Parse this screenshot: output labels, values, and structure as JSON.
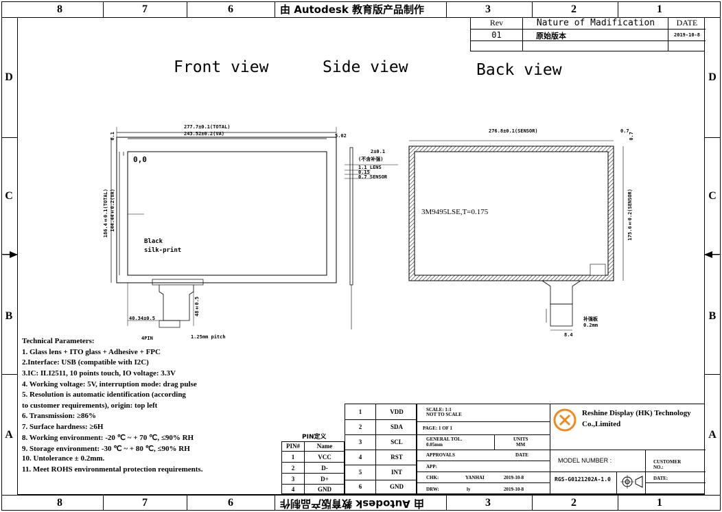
{
  "header_banner": "由 Autodesk 教育版产品制作",
  "footer_banner": "由 Autodesk 教育版产品制作",
  "zones_top": [
    "8",
    "7",
    "6",
    "3",
    "2",
    "1"
  ],
  "zones_side": [
    "D",
    "C",
    "B",
    "A"
  ],
  "revision": {
    "col_rev": "Rev",
    "col_nature": "Nature of Madification",
    "col_date": "DATE",
    "rev": "01",
    "nature": "原始版本",
    "date": "2019-10-8"
  },
  "views": {
    "front": "Front view",
    "side": "Side view",
    "back": "Back view"
  },
  "front": {
    "dim_top1": "277.7±0.1(TOTAL)",
    "dim_top2": "243.52±0.2(VA)",
    "dim_right": "5.02",
    "dim_left_small": "6.1",
    "dim_left1": "186.4±0.1(TOTAL)",
    "dim_left2": "144.44±0.2(VA)",
    "origin": "0,0",
    "black_label_1": "Black",
    "black_label_2": "silk-print",
    "fpc_w": "40.34±0.5",
    "fpc_h": "48±0.5",
    "pin_note": "4PIN",
    "fpc_note": "1.25mm pitch"
  },
  "side": {
    "dim1": "2±0.1",
    "dim1_note": "(不含补强)",
    "dim2": "1.1 LENS",
    "dim3": "0.15",
    "dim4": "0.7 SENSOR"
  },
  "back": {
    "dim_top": "276.8±0.1(SENSOR)",
    "dim_top_r": "0.7",
    "dim_right": "175.6±0.2(SENSOR)",
    "dim_right_small": "0.7",
    "tape_label": "3M9495LSE,T=0.175",
    "stiff_label_1": "补强板",
    "stiff_label_2": "0.2mm",
    "fpc_w": "8.4"
  },
  "tech_params": [
    "Technical Parameters:",
    "1. Glass lens + ITO glass + Adhesive + FPC",
    "2.Interface: USB (compatible with I2C)",
    "3.IC: ILI2511, 10 points touch, IO voltage: 3.3V",
    "4. Working voltage: 5V, interruption mode: drag pulse",
    "5. Resolution is automatic identification (according",
    "to customer requirements), origin: top left",
    "6. Transmission: ≥86%",
    "7. Surface hardness: ≥6H",
    "8. Working environment: -20 ℃ ~ + 70 ℃, ≤90% RH",
    "9. Storage environment: -30 ℃ ~ + 80 ℃, ≤90% RH",
    "10. Untolerance ± 0.2mm.",
    "11. Meet ROHS environmental protection requirements."
  ],
  "pin_title": "PIN定义",
  "pin_small": {
    "headers": [
      "PIN#",
      "Name"
    ],
    "rows": [
      [
        "1",
        "VCC"
      ],
      [
        "2",
        "D-"
      ],
      [
        "3",
        "D+"
      ],
      [
        "4",
        "GND"
      ]
    ]
  },
  "pin_big": {
    "rows": [
      [
        "1",
        "VDD"
      ],
      [
        "2",
        "SDA"
      ],
      [
        "3",
        "SCL"
      ],
      [
        "4",
        "RST"
      ],
      [
        "5",
        "INT"
      ],
      [
        "6",
        "GND"
      ]
    ]
  },
  "title_block": {
    "scale": "SCALE: 1:1",
    "scale_note": "NOT TO SCALE",
    "page": "PAGE: 1 OF 1",
    "general_tol": "GENERAL TOL.",
    "tol_val": "0.05mm",
    "units": "UNITS",
    "units_val": "MM",
    "approvals": "APPROVALS",
    "date_h": "DATE",
    "app": "APP:",
    "chk": "CHK:",
    "chk_name": "YANHAI",
    "chk_date": "2019-10-8",
    "drw": "DRW:",
    "drw_name": "ly",
    "drw_date": "2019-10-8",
    "company_1": "Reshine Display (HK) Technology",
    "company_2": "Co.,Limited",
    "model_label": "MODEL NUMBER :",
    "model": "RGS-G0121202A-1.0",
    "customer": "CUSTOMER NO.:",
    "date_label": "DATE:",
    "colors": {
      "logo": "#f08a1c",
      "ink": "#000000"
    }
  }
}
